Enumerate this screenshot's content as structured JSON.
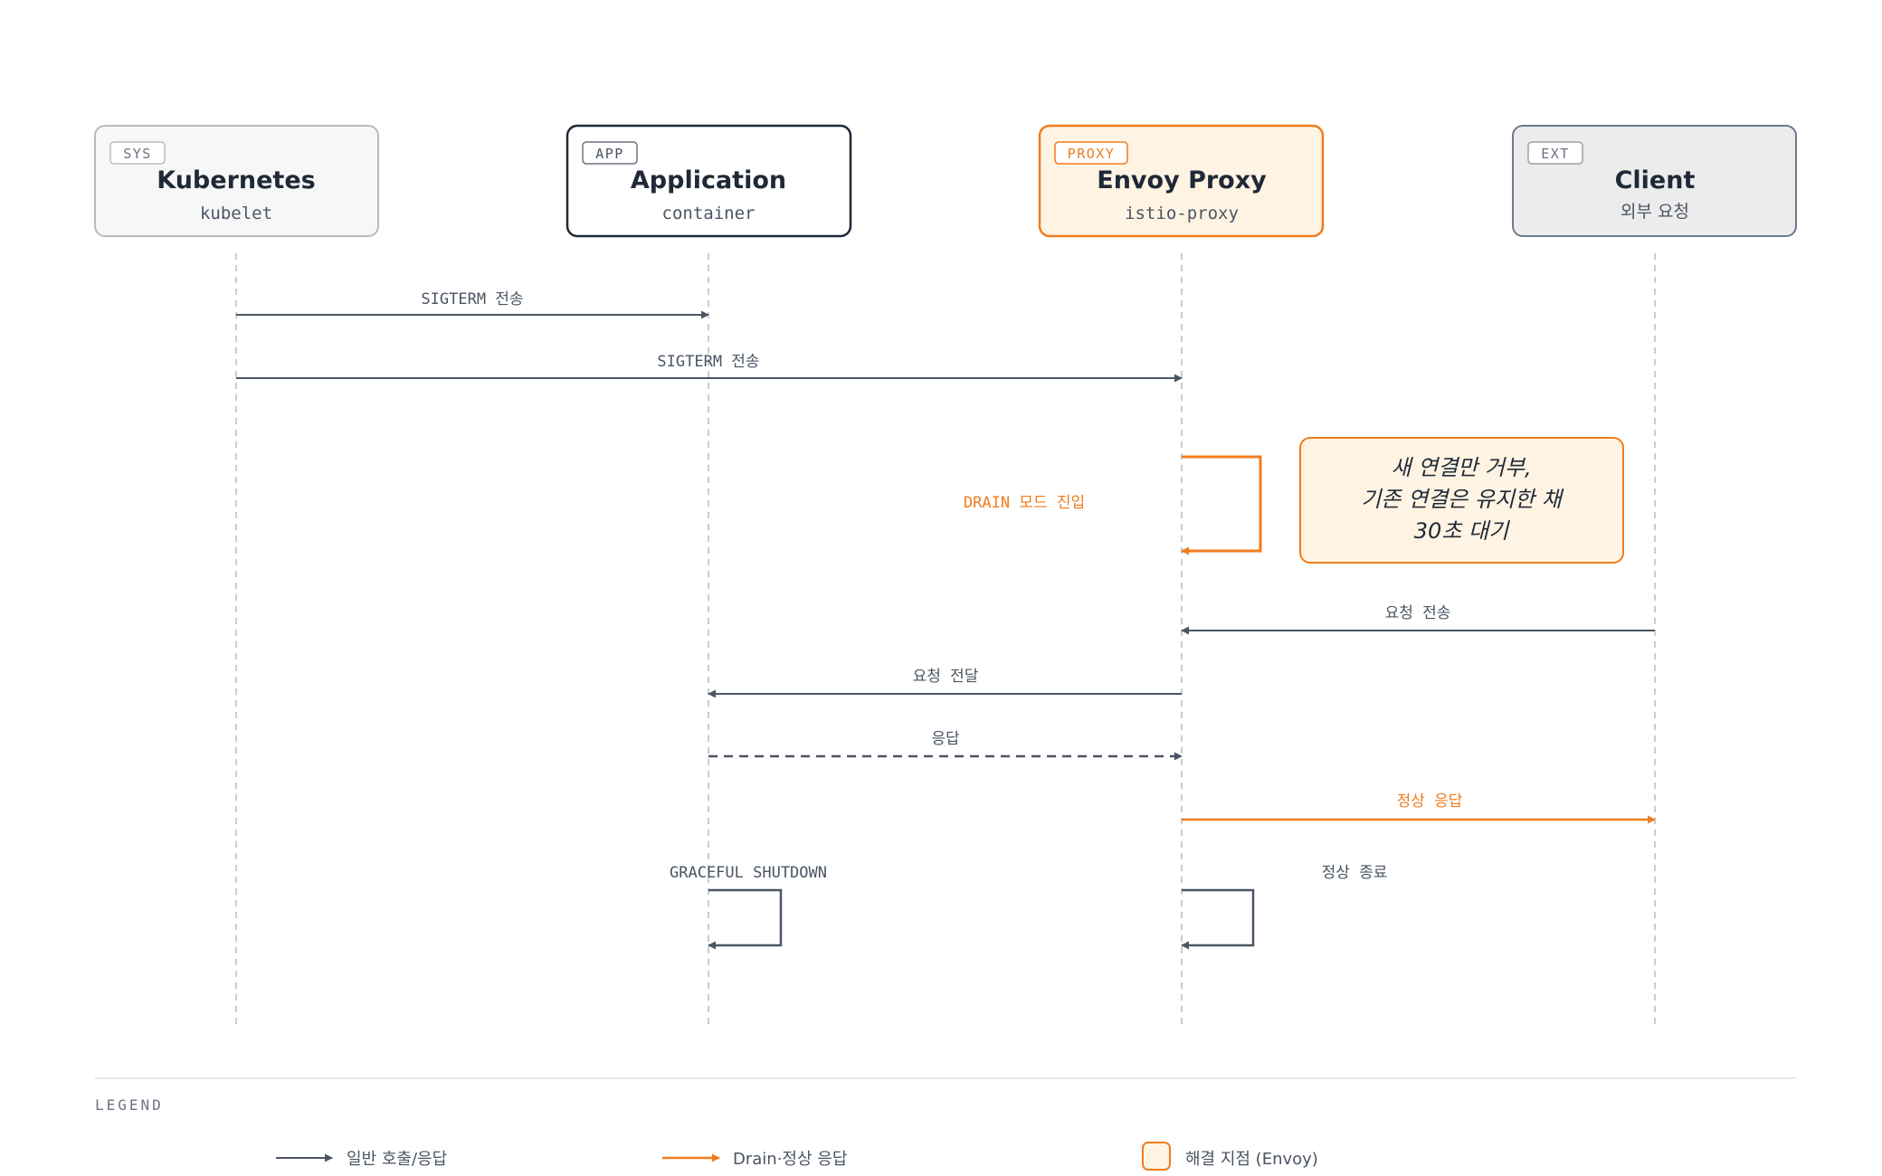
{
  "participants": [
    {
      "tag": "SYS",
      "name": "Kubernetes",
      "sub": "kubelet"
    },
    {
      "tag": "APP",
      "name": "Application",
      "sub": "container"
    },
    {
      "tag": "PROXY",
      "name": "Envoy Proxy",
      "sub": "istio-proxy"
    },
    {
      "tag": "EXT",
      "name": "Client",
      "sub": "외부 요청"
    }
  ],
  "messages": [
    {
      "label": "SIGTERM 전송",
      "from": 0,
      "to": 1,
      "style": "solid",
      "color": "gray"
    },
    {
      "label": "SIGTERM 전송",
      "from": 0,
      "to": 2,
      "style": "solid",
      "color": "gray"
    },
    {
      "label": "DRAIN 모드 진입",
      "self": 2,
      "color": "orange"
    },
    {
      "label": "요청 전송",
      "from": 3,
      "to": 2,
      "style": "solid",
      "color": "gray"
    },
    {
      "label": "요청 전달",
      "from": 2,
      "to": 1,
      "style": "solid",
      "color": "gray"
    },
    {
      "label": "응답",
      "from": 1,
      "to": 2,
      "style": "dashed",
      "color": "gray"
    },
    {
      "label": "정상 응답",
      "from": 2,
      "to": 3,
      "style": "solid",
      "color": "orange"
    },
    {
      "label": "GRACEFUL SHUTDOWN",
      "self": 1,
      "color": "gray"
    },
    {
      "label": "정상 종료",
      "self": 2,
      "color": "gray"
    }
  ],
  "note": {
    "lines": [
      "새 연결만 거부,",
      "기존 연결은 유지한 채",
      "30초 대기"
    ]
  },
  "legend": {
    "title": "LEGEND",
    "items": [
      {
        "label": "일반 호출/응답",
        "kind": "gray-arrow"
      },
      {
        "label": "Drain·정상 응답",
        "kind": "orange-arrow"
      },
      {
        "label": "해결 지점 (Envoy)",
        "kind": "orange-box"
      }
    ]
  },
  "colors": {
    "gray": "#4b5563",
    "orange": "#f07c1e",
    "dark": "#1f2937",
    "orange_fill": "#fff4e3",
    "muted": "#6b7280"
  }
}
